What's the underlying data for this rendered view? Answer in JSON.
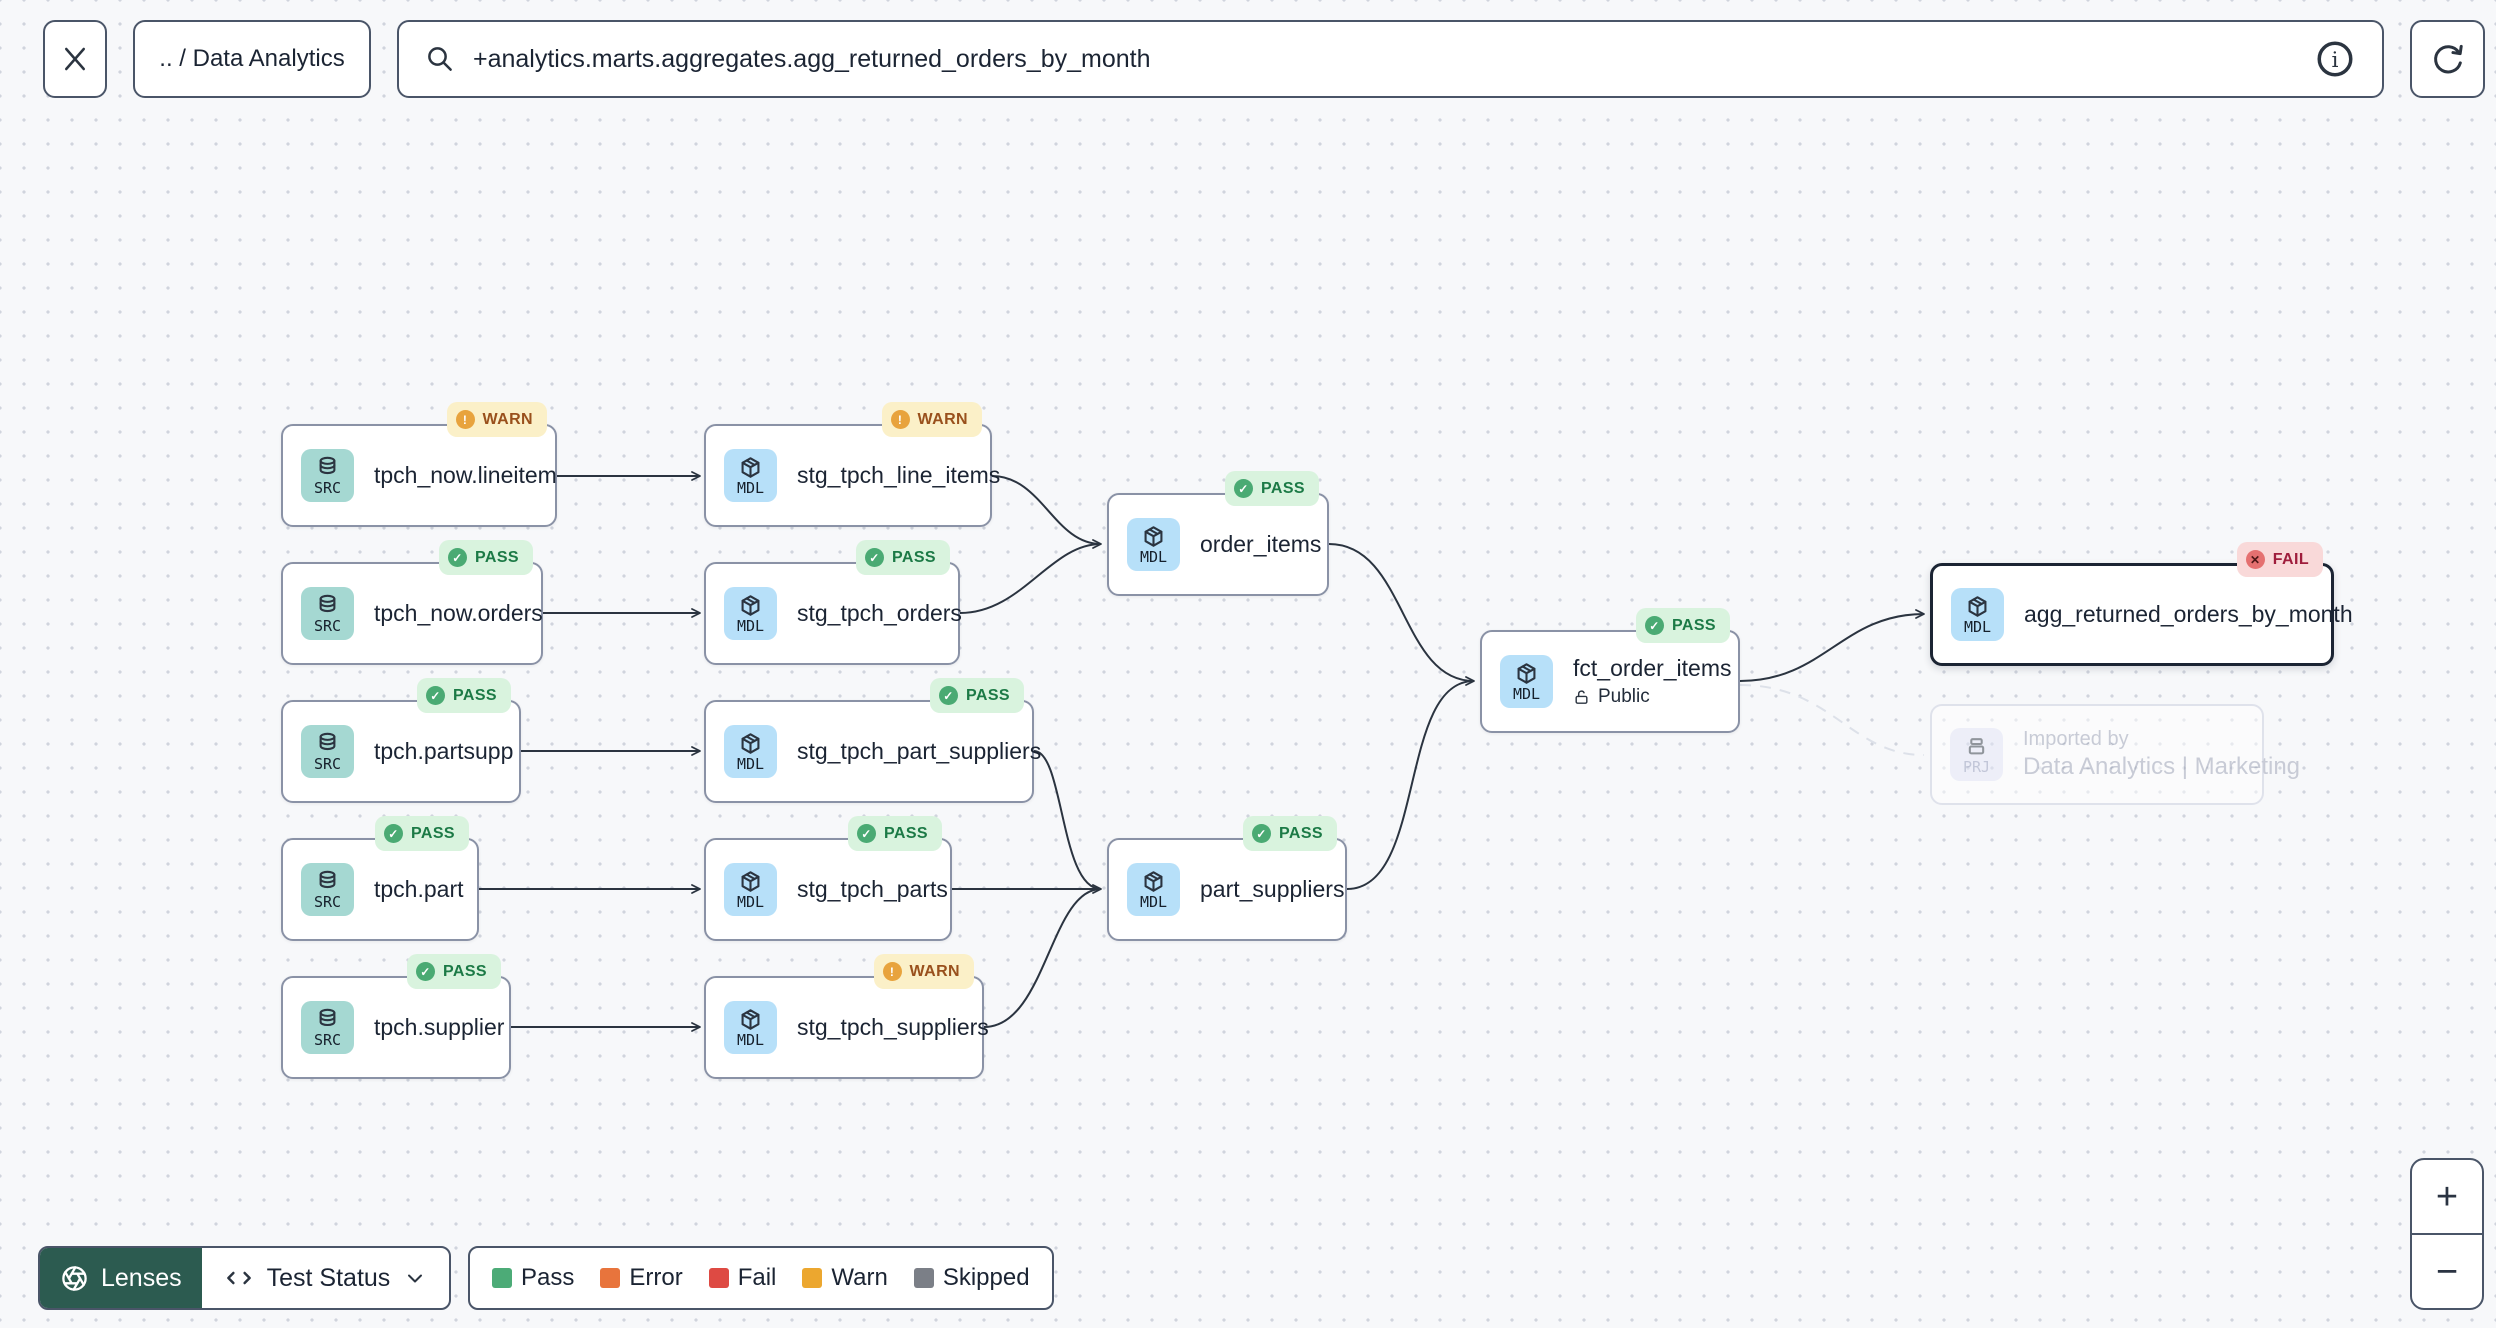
{
  "toolbar": {
    "breadcrumb": ".. / Data Analytics",
    "search": {
      "value": "+analytics.marts.aggregates.agg_returned_orders_by_month"
    }
  },
  "nodes": {
    "tpch_now_lineitem": {
      "label": "tpch_now.lineitem",
      "type": "SRC",
      "status": "WARN"
    },
    "stg_tpch_line_items": {
      "label": "stg_tpch_line_items",
      "type": "MDL",
      "status": "WARN"
    },
    "tpch_now_orders": {
      "label": "tpch_now.orders",
      "type": "SRC",
      "status": "PASS"
    },
    "stg_tpch_orders": {
      "label": "stg_tpch_orders",
      "type": "MDL",
      "status": "PASS"
    },
    "order_items": {
      "label": "order_items",
      "type": "MDL",
      "status": "PASS"
    },
    "tpch_partsupp": {
      "label": "tpch.partsupp",
      "type": "SRC",
      "status": "PASS"
    },
    "stg_tpch_part_suppliers": {
      "label": "stg_tpch_part_suppliers",
      "type": "MDL",
      "status": "PASS"
    },
    "tpch_part": {
      "label": "tpch.part",
      "type": "SRC",
      "status": "PASS"
    },
    "stg_tpch_parts": {
      "label": "stg_tpch_parts",
      "type": "MDL",
      "status": "PASS"
    },
    "part_suppliers": {
      "label": "part_suppliers",
      "type": "MDL",
      "status": "PASS"
    },
    "tpch_supplier": {
      "label": "tpch.supplier",
      "type": "SRC",
      "status": "PASS"
    },
    "stg_tpch_suppliers": {
      "label": "stg_tpch_suppliers",
      "type": "MDL",
      "status": "WARN"
    },
    "fct_order_items": {
      "label": "fct_order_items",
      "type": "MDL",
      "status": "PASS",
      "access": "Public"
    },
    "agg_returned_orders_by_month": {
      "label": "agg_returned_orders_by_month",
      "type": "MDL",
      "status": "FAIL"
    },
    "imported_by": {
      "label": "Imported by",
      "sublabel": "Data Analytics | Marketing",
      "type": "PRJ"
    }
  },
  "lenses": {
    "button_label": "Lenses",
    "selected_lens": "Test Status"
  },
  "legend": {
    "items": [
      {
        "label": "Pass",
        "color": "#4cab77"
      },
      {
        "label": "Error",
        "color": "#e8743c"
      },
      {
        "label": "Fail",
        "color": "#de4a43"
      },
      {
        "label": "Warn",
        "color": "#eca72f"
      },
      {
        "label": "Skipped",
        "color": "#7b7f87"
      }
    ]
  },
  "zoom_controls": {
    "zoom_in": "+",
    "zoom_out": "−"
  }
}
